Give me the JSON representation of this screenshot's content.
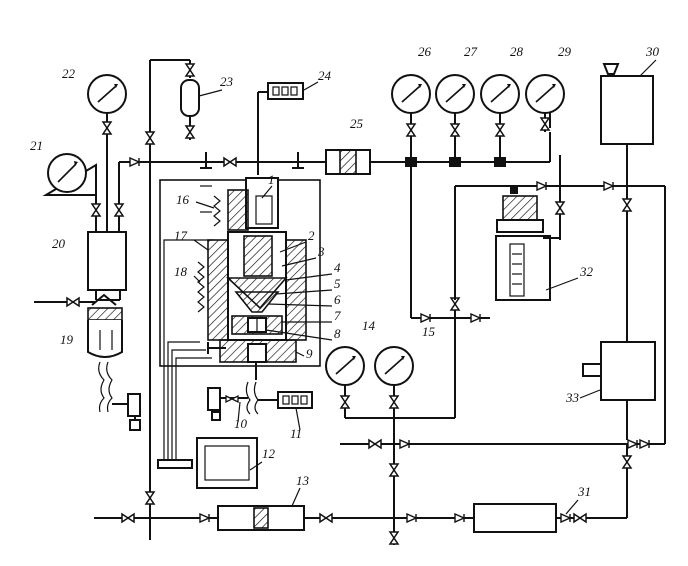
{
  "labels": {
    "n1": "1",
    "n2": "2",
    "n3": "3",
    "n4": "4",
    "n5": "5",
    "n6": "6",
    "n7": "7",
    "n8": "8",
    "n9": "9",
    "n10": "10",
    "n11": "11",
    "n12": "12",
    "n13": "13",
    "n14": "14",
    "n15": "15",
    "n16": "16",
    "n17": "17",
    "n18": "18",
    "n19": "19",
    "n20": "20",
    "n21": "21",
    "n22": "22",
    "n23": "23",
    "n24": "24",
    "n25": "25",
    "n26": "26",
    "n27": "27",
    "n28": "28",
    "n29": "29",
    "n30": "30",
    "n31": "31",
    "n32": "32",
    "n33": "33"
  },
  "style": {
    "line_color": "#111111",
    "background": "#ffffff"
  }
}
